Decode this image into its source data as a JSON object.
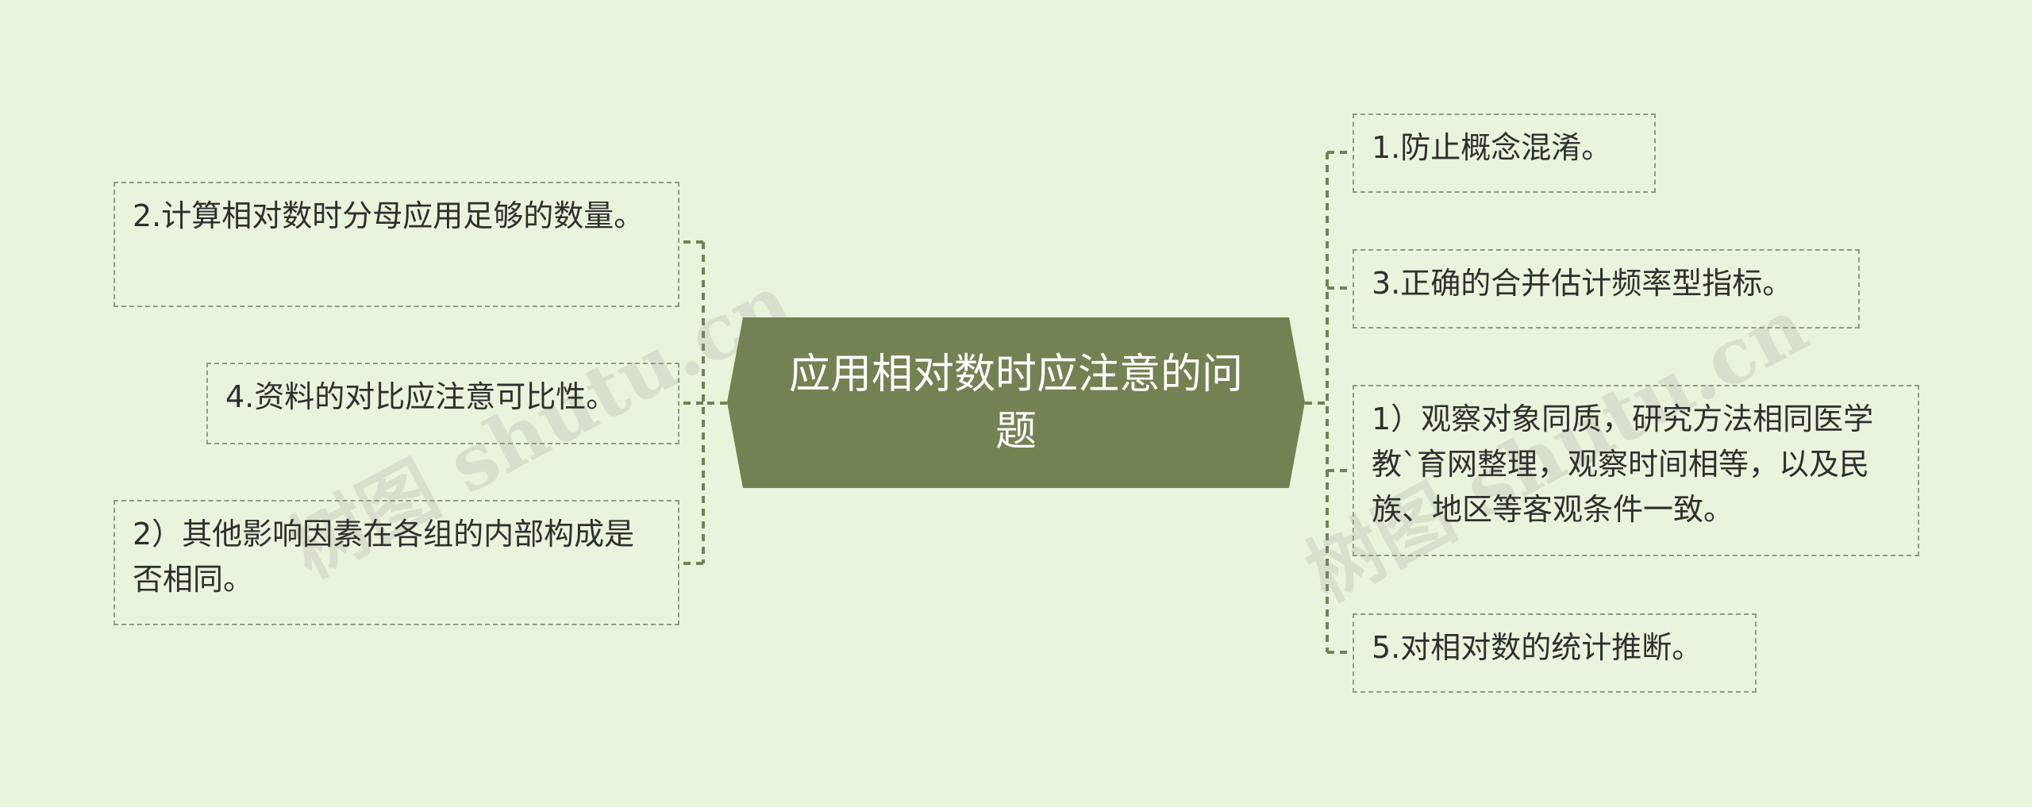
{
  "central_topic": "应用相对数时应注意的问题",
  "left_topics": [
    {
      "id": "t2",
      "text": "2.计算相对数时分母应用足够的数量。"
    },
    {
      "id": "t4",
      "text": "4.资料的对比应注意可比性。"
    },
    {
      "id": "t2b",
      "text": "2）其他影响因素在各组的内部构成是否相同。"
    }
  ],
  "right_topics": [
    {
      "id": "t1",
      "text": "1.防止概念混淆。"
    },
    {
      "id": "t3",
      "text": "3.正确的合并估计频率型指标。"
    },
    {
      "id": "t1b",
      "text": "1）观察对象同质，研究方法相同医学教`育网整理，观察时间相等，以及民族、地区等客观条件一致。"
    },
    {
      "id": "t5",
      "text": "5.对相对数的统计推断。"
    }
  ],
  "watermark": [
    "树图 shutu.cn",
    "树图 shutu.cn"
  ],
  "colors": {
    "background": "#e8f5dc",
    "central_fill": "#738253",
    "connector": "#738253",
    "topic_border": "#8f9d80",
    "text": "#2f2f2f"
  }
}
